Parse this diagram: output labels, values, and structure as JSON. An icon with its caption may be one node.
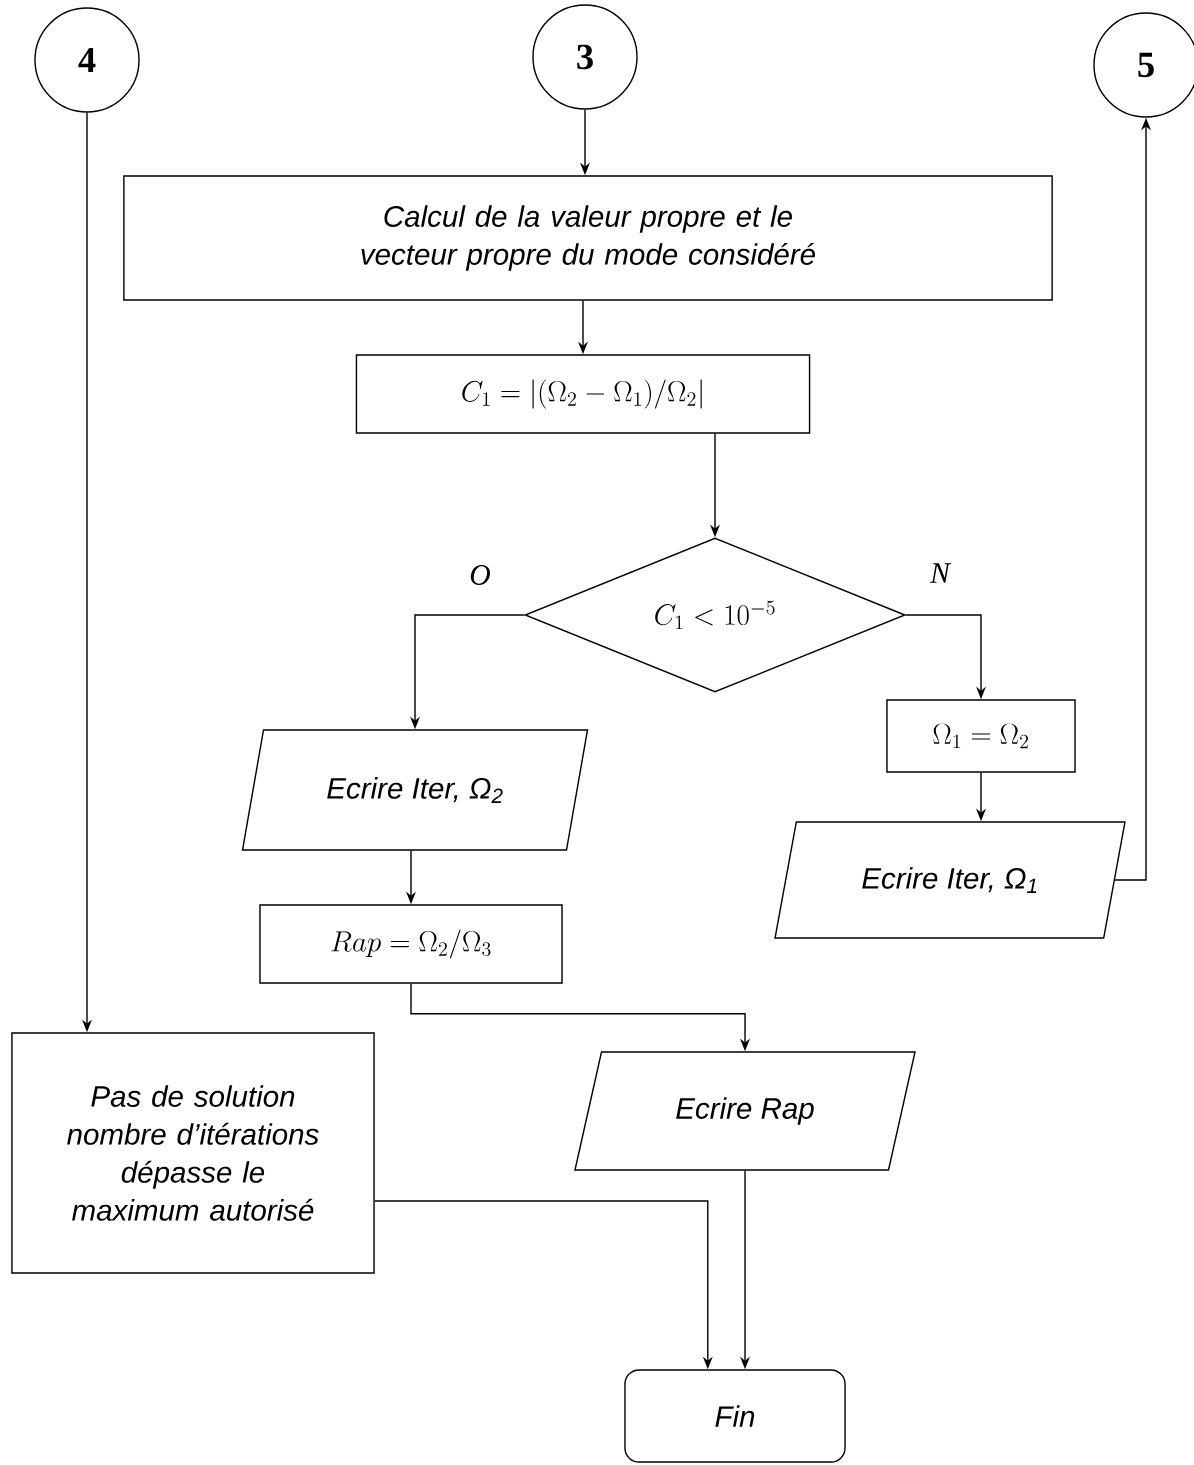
{
  "diagram": {
    "nodes": [
      {
        "text": [
          "4"
        ]
      },
      {
        "text": [
          "3"
        ]
      },
      {
        "text": [
          "5"
        ]
      },
      {
        "text": [
          "Calcul de la valeur propre et le vecteur propre du mode considéré"
        ]
      },
      {
        "text": [
          "C_1 = |(\\Omega_2 - \\Omega_1)/\\Omega_2|"
        ]
      },
      {
        "text": [
          "C_1 < 10^{-5}"
        ]
      },
      {
        "text": [
          "\\Omega_1 = \\Omega_2"
        ]
      },
      {
        "text": [
          "Ecrire Iter, Ω$_{2}$"
        ]
      },
      {
        "text": [
          "Ecrire Iter, Ω$_{1}$"
        ]
      },
      {
        "text": [
          "Rap = \\Omega_2/\\Omega_3"
        ]
      },
      {
        "text": [
          "Pas de solution nombre d’itérations dépasse le maximum autorisé"
        ]
      },
      {
        "text": [
          "Ecrire Rap"
        ]
      },
      {
        "text": [
          "Fin"
        ]
      }
    ],
    "edges": [
      {
        "from": 0,
        "to": 10,
        "arrow": "to"
      },
      {
        "from": 1,
        "to": 3,
        "arrow": "to"
      },
      {
        "from": 3,
        "to": 4,
        "arrow": "to"
      },
      {
        "from": 4,
        "to": 5,
        "arrow": "to"
      },
      {
        "from": 5,
        "to": 7,
        "arrow": "to",
        "label": "O"
      },
      {
        "from": 5,
        "to": 6,
        "arrow": "to",
        "label": "N"
      },
      {
        "from": 6,
        "to": 8,
        "arrow": "to"
      },
      {
        "from": 8,
        "to": 2,
        "arrow": "to"
      },
      {
        "from": 7,
        "to": 9,
        "arrow": "to"
      },
      {
        "from": 9,
        "to": 11,
        "arrow": "to"
      },
      {
        "from": 10,
        "to": 12,
        "arrow": "to"
      },
      {
        "from": 11,
        "to": 12,
        "arrow": "to"
      }
    ]
  }
}
